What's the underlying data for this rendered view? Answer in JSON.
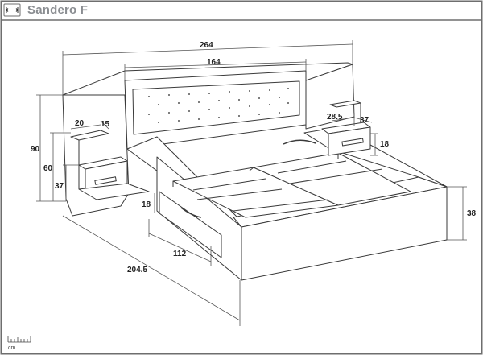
{
  "header": {
    "title": "Sandero F",
    "icon": "width-arrows-icon"
  },
  "scale": {
    "unit_label": "cm"
  },
  "dimensions": {
    "total_width": "264",
    "headboard_width": "164",
    "total_height": "90",
    "nightstand_top_height": "60",
    "nightstand_bottom_height": "37",
    "shelf_width_left": "20",
    "shelf_depth_left": "15",
    "drawer_height": "18",
    "drawer_depth": "112",
    "bed_length": "204.5",
    "nightstand_width_right": "28.5",
    "nightstand_depth_right": "37",
    "nightstand_drawer_height_right": "18",
    "bed_frame_height": "38"
  },
  "colors": {
    "frame": "#6e6e6e",
    "line": "#3a3a3a",
    "dim": "#555555",
    "title": "#8a8d91"
  }
}
